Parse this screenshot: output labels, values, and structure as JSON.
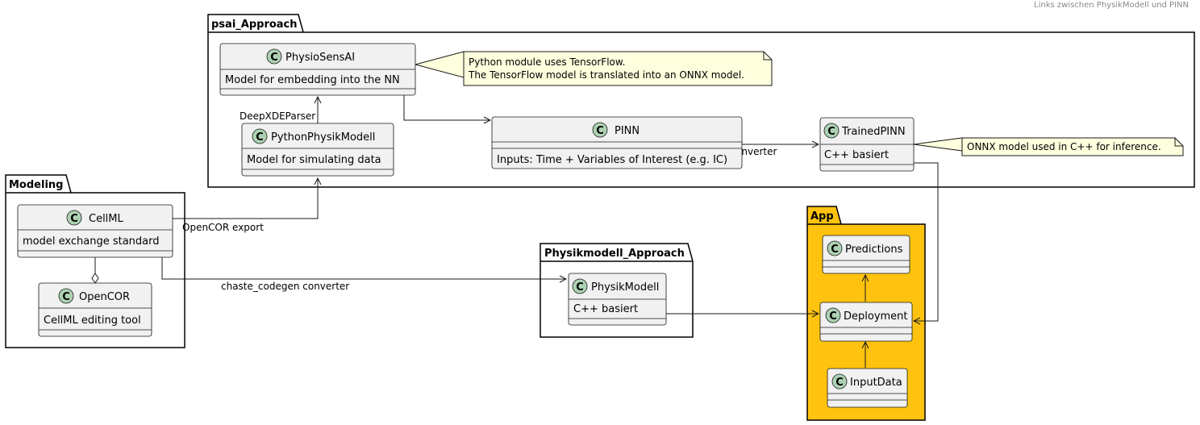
{
  "header": {
    "text": "Links zwischen PhysikModell und PINN"
  },
  "colors": {
    "class_fill": "#F1F1F1",
    "class_border": "#181818",
    "circle_fill": "#ADD1B2",
    "note_fill": "#FEFFDD",
    "app_fill": "#FFC30F"
  },
  "packages": {
    "psai": "psai_Approach",
    "modeling": "Modeling",
    "physik": "Physikmodell_Approach",
    "app": "App"
  },
  "classes": {
    "physiosensai": {
      "name": "PhysioSensAI",
      "desc": "Model for embedding into the NN",
      "stereotype_icon": "class-c-icon"
    },
    "pythonphysik": {
      "name": "PythonPhysikModell",
      "desc": "Model for simulating data",
      "stereotype_icon": "class-c-icon"
    },
    "pinn": {
      "name": "PINN",
      "desc": "Inputs: Time + Variables of Interest (e.g. IC)",
      "stereotype_icon": "class-c-icon"
    },
    "trainedpinn": {
      "name": "TrainedPINN",
      "desc": "C++ basiert",
      "stereotype_icon": "class-c-icon"
    },
    "cellml": {
      "name": "CellML",
      "desc": "model exchange standard",
      "stereotype_icon": "class-c-icon"
    },
    "opencor": {
      "name": "OpenCOR",
      "desc": "CellML editing tool",
      "stereotype_icon": "class-c-icon"
    },
    "physikmodell": {
      "name": "PhysikModell",
      "desc": "C++ basiert",
      "stereotype_icon": "class-c-icon"
    },
    "predictions": {
      "name": "Predictions",
      "stereotype_icon": "class-c-icon"
    },
    "deployment": {
      "name": "Deployment",
      "stereotype_icon": "class-c-icon"
    },
    "inputdata": {
      "name": "InputData",
      "stereotype_icon": "class-c-icon"
    }
  },
  "class_letter": "C",
  "notes": {
    "physiosensai_line1": "Python module uses TensorFlow.",
    "physiosensai_line2": "The TensorFlow model is translated into an ONNX model.",
    "trainedpinn": "ONNX model used in C++ for inference."
  },
  "edges": {
    "deepxde": "DeepXDEParser",
    "onnx": "onnx converter",
    "opencor_export": "OpenCOR export",
    "chaste": "chaste_codegen converter"
  }
}
